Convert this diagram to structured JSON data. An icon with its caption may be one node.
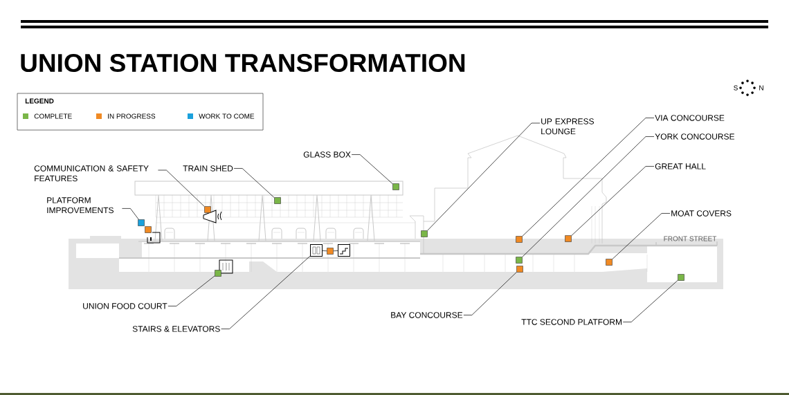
{
  "diagram": {
    "title": "UNION STATION TRANSFORMATION",
    "nodes": [
      {
        "text": [
          "UP EXPRESS LOUNGE"
        ]
      },
      {
        "text": [
          "VIA CONCOURSE"
        ]
      },
      {
        "text": [
          "YORK CONCOURSE"
        ]
      },
      {
        "text": [
          "GLASS BOX"
        ]
      },
      {
        "text": [
          "COMMUNICATION & SAFETY FEATURES"
        ]
      },
      {
        "text": [
          "TRAIN SHED"
        ]
      },
      {
        "text": [
          "GREAT HALL"
        ]
      },
      {
        "text": [
          "PLATFORM IMPROVEMENTS"
        ]
      },
      {
        "text": [
          "MOAT COVERS"
        ]
      },
      {
        "text": [
          "UNION FOOD COURT"
        ]
      },
      {
        "text": [
          "BAY CONCOURSE"
        ]
      },
      {
        "text": [
          "TTC SECOND PLATFORM"
        ]
      },
      {
        "text": [
          "STAIRS & ELEVATORS"
        ]
      },
      {
        "text": [],
        "shape": "box"
      },
      {
        "text": [],
        "shape": "box"
      },
      {
        "text": [],
        "shape": "box"
      },
      {
        "text": [],
        "shape": "box"
      },
      {
        "text": [],
        "shape": "box"
      },
      {
        "text": [],
        "shape": "box"
      },
      {
        "text": [],
        "shape": "box"
      },
      {
        "text": [],
        "shape": "box"
      },
      {
        "text": [],
        "shape": "box"
      },
      {
        "text": [],
        "shape": "box"
      },
      {
        "text": [],
        "shape": "box"
      },
      {
        "text": [],
        "shape": "box"
      },
      {
        "text": [],
        "shape": "box"
      },
      {
        "text": [],
        "shape": "picture"
      },
      {
        "text": [],
        "shape": "box"
      },
      {
        "text": [],
        "shape": "picture"
      }
    ],
    "edges": [
      {
        "from": 0,
        "to": 18,
        "arrow": "none"
      },
      {
        "from": 1,
        "to": 19,
        "arrow": "none"
      },
      {
        "from": 2,
        "to": 21,
        "arrow": "none"
      },
      {
        "from": 3,
        "to": 17,
        "arrow": "none"
      },
      {
        "from": 4,
        "to": 15,
        "arrow": "none"
      },
      {
        "from": 5,
        "to": 16,
        "arrow": "none"
      },
      {
        "from": 6,
        "to": 20,
        "arrow": "none"
      },
      {
        "from": 7,
        "to": 13,
        "arrow": "none"
      },
      {
        "from": 8,
        "to": 22,
        "arrow": "none"
      },
      {
        "from": 9,
        "to": 25,
        "arrow": "none"
      },
      {
        "from": 10,
        "to": 23,
        "arrow": "none"
      },
      {
        "from": 11,
        "to": 24,
        "arrow": "none"
      },
      {
        "from": 12,
        "to": 26,
        "arrow": "none"
      },
      {
        "from": 26,
        "to": 27,
        "arrow": "none"
      },
      {
        "from": 27,
        "to": 28,
        "arrow": "none"
      }
    ],
    "labels": [
      "S",
      "N",
      "LEGEND",
      "FRONT STREET"
    ],
    "legend": [
      {
        "text": "COMPLETE",
        "color": "#7ab648"
      },
      {
        "text": "IN PROGRESS",
        "color": "#f08a24"
      },
      {
        "text": "WORK TO COME",
        "color": "#1ba1dc"
      }
    ]
  }
}
